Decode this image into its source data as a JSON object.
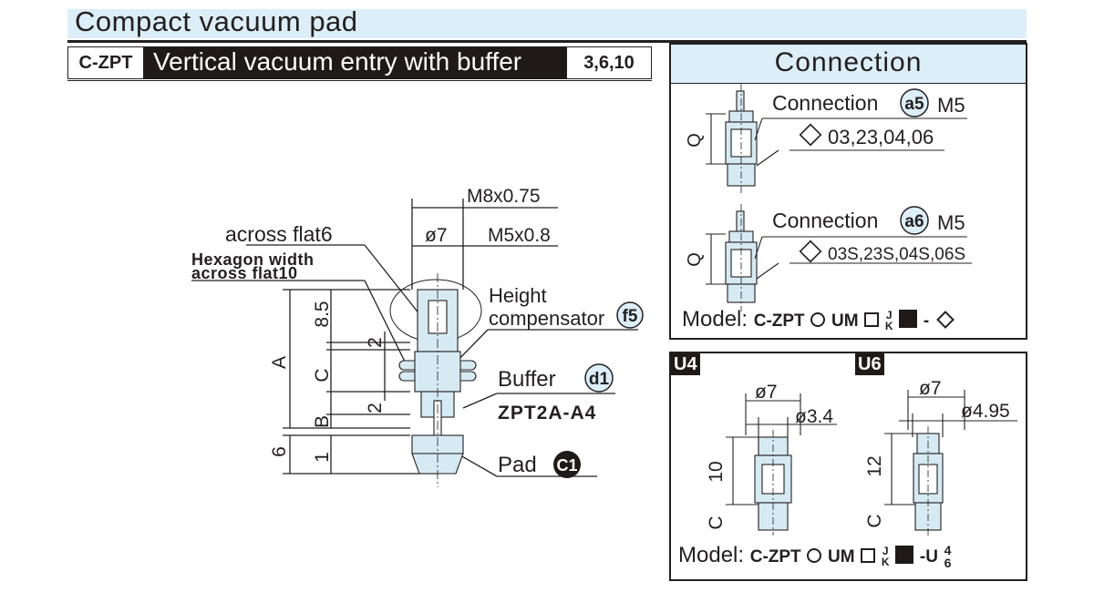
{
  "header": {
    "title": "Compact vacuum pad",
    "series_code": "C-ZPT",
    "entry_type": "Vertical vacuum entry with buffer",
    "pad_sizes": "3,6,10"
  },
  "main_drawing": {
    "thread_top": "M8x0.75",
    "diameter_top": "ø7",
    "thread_port": "M5x0.8",
    "across_flat_small": "across flat6",
    "hexagon_line1": "Hexagon width",
    "hexagon_line2": "across flat10",
    "height_comp_line1": "Height",
    "height_comp_line2": "compensator",
    "height_comp_badge": "f5",
    "buffer_label": "Buffer",
    "buffer_badge": "d1",
    "buffer_model": "ZPT2A-A4",
    "pad_label": "Pad",
    "pad_badge": "C1",
    "dimensions": {
      "a": "A",
      "c": "C",
      "b": "B",
      "d85": "8.5",
      "d2_upper": "2",
      "d2_lower": "2",
      "d6": "6",
      "d1": "1"
    }
  },
  "connection_panel": {
    "title": "Connection",
    "a5": {
      "label": "Connection",
      "badge": "a5",
      "thread": "M5",
      "codes": "03,23,04,06",
      "q": "Q"
    },
    "a6": {
      "label": "Connection",
      "badge": "a6",
      "thread": "M5",
      "codes": "03S,23S,04S,06S",
      "q": "Q"
    },
    "model": {
      "prefix": "Model:",
      "code": "C-ZPT",
      "um": "UM",
      "j": "J",
      "k": "K",
      "dash": "-"
    }
  },
  "u_panel": {
    "u4": {
      "tag": "U4",
      "dia_outer": "ø7",
      "dia_inner": "ø3.4",
      "height": "10",
      "c": "C"
    },
    "u6": {
      "tag": "U6",
      "dia_outer": "ø7",
      "dia_inner": "ø4.95",
      "height": "12",
      "c": "C"
    },
    "model": {
      "prefix": "Model:",
      "code": "C-ZPT",
      "um": "UM",
      "j": "J",
      "k": "K",
      "suffix": "-U",
      "top": "4",
      "bottom": "6"
    }
  },
  "colors": {
    "header_band": "#dceef8",
    "ink": "#231f20",
    "part_fill": "#d6eaf3",
    "badge_fill": "#dceef8"
  }
}
